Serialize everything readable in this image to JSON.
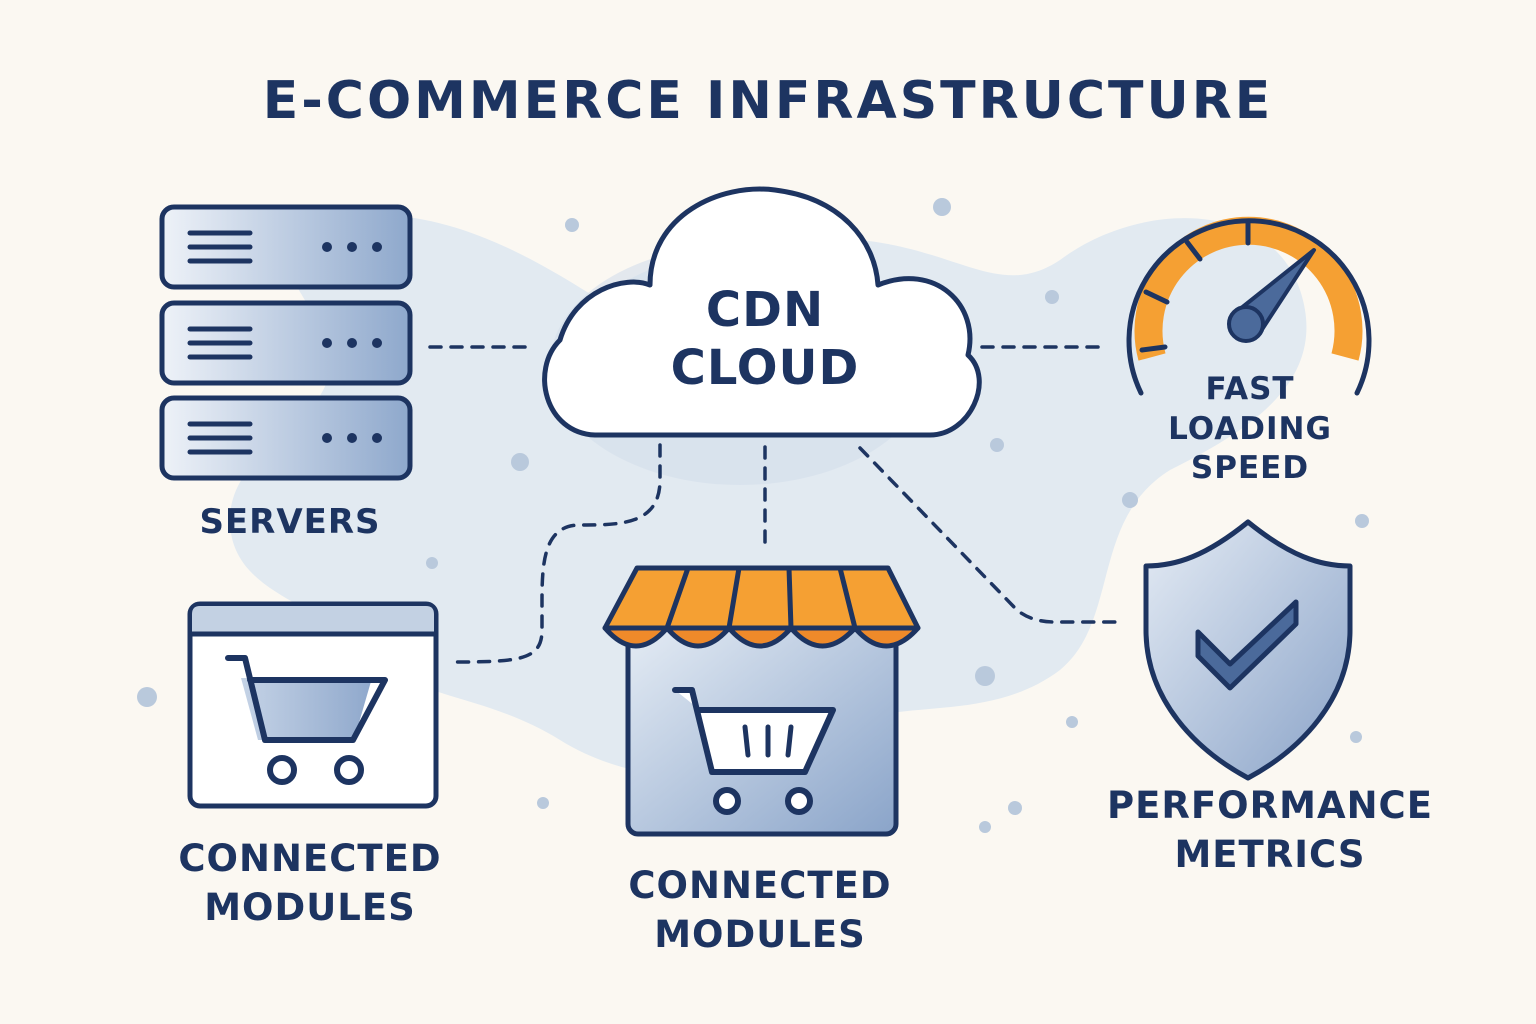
{
  "title": "E-COMMERCE INFRASTRUCTURE",
  "center": {
    "line1": "CDN",
    "line2": "CLOUD",
    "icon": "cloud-icon"
  },
  "nodes": {
    "servers": {
      "label": "SERVERS",
      "icon": "server-rack-icon"
    },
    "speed": {
      "line1": "FAST",
      "line2": "LOADING",
      "line3": "SPEED",
      "icon": "speedometer-icon"
    },
    "modules_web": {
      "line1": "CONNECTED",
      "line2": "MODULES",
      "icon": "browser-cart-icon"
    },
    "modules_store": {
      "line1": "CONNECTED",
      "line2": "MODULES",
      "icon": "storefront-cart-icon"
    },
    "performance": {
      "line1": "PERFORMANCE",
      "line2": "METRICS",
      "icon": "shield-check-icon"
    }
  },
  "colors": {
    "background": "#fbf8f2",
    "outline": "#1d3461",
    "blob": "#dde7f1",
    "fill_light": "#dfe7f1",
    "fill_dark": "#92aace",
    "accent_orange": "#f5a033",
    "accent_orange_dark": "#ef8a2a"
  }
}
